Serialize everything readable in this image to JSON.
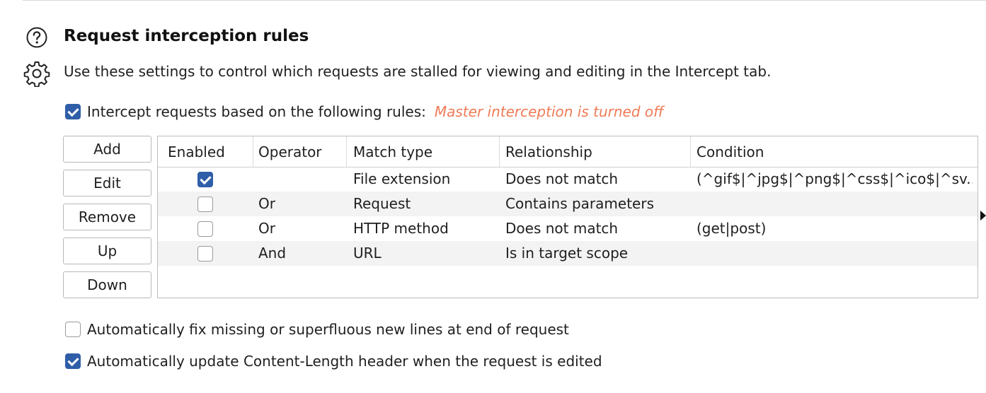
{
  "section": {
    "title": "Request interception rules",
    "description": "Use these settings to control which requests are stalled for viewing and editing in the Intercept tab.",
    "help_icon": "question-circle-icon",
    "settings_icon": "gear-icon"
  },
  "intercept_rules": {
    "checked": true,
    "label": "Intercept requests based on the following rules:",
    "status": "Master interception is turned off",
    "status_color": "#ef7a56"
  },
  "buttons": {
    "add": "Add",
    "edit": "Edit",
    "remove": "Remove",
    "up": "Up",
    "down": "Down"
  },
  "table": {
    "columns": [
      "Enabled",
      "Operator",
      "Match type",
      "Relationship",
      "Condition"
    ],
    "rows": [
      {
        "enabled": true,
        "operator": "",
        "match_type": "File extension",
        "relationship": "Does not match",
        "condition": "(^gif$|^jpg$|^png$|^css$|^ico$|^sv..."
      },
      {
        "enabled": false,
        "operator": "Or",
        "match_type": "Request",
        "relationship": "Contains parameters",
        "condition": ""
      },
      {
        "enabled": false,
        "operator": "Or",
        "match_type": "HTTP method",
        "relationship": "Does not match",
        "condition": "(get|post)"
      },
      {
        "enabled": false,
        "operator": "And",
        "match_type": "URL",
        "relationship": "Is in target scope",
        "condition": ""
      }
    ]
  },
  "options": {
    "fix_newlines": {
      "checked": false,
      "label": "Automatically fix missing or superfluous new lines at end of request"
    },
    "update_content_length": {
      "checked": true,
      "label": "Automatically update Content-Length header when the request is edited"
    }
  },
  "colors": {
    "checkbox_checked": "#2f5ea8",
    "row_alt": "#f3f3f3"
  }
}
